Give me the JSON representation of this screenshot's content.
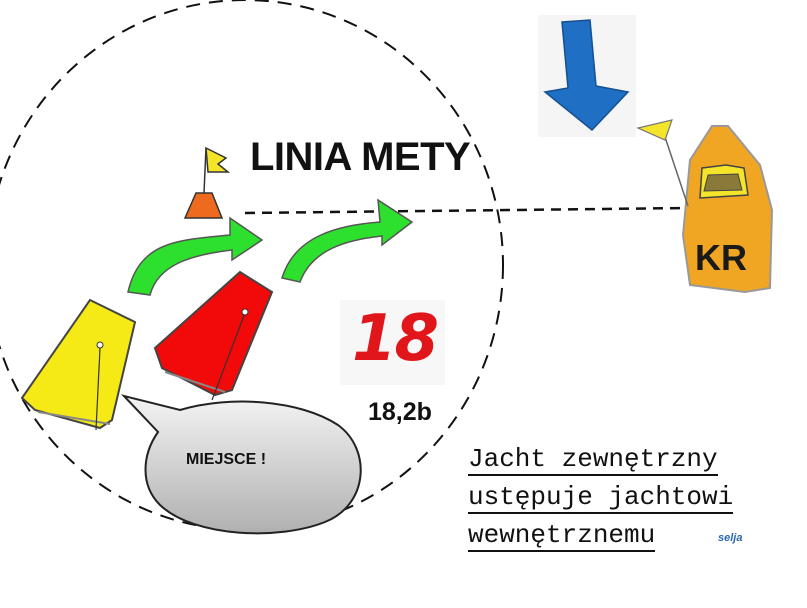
{
  "title": "LINIA METY",
  "rule_ref": "18,2b",
  "bubble_text": "MIEJSCE !",
  "committee_boat_label": "KR",
  "rule_number": "18",
  "rule_text": [
    "Jacht zewnętrzny",
    "ustępuje jachtowi",
    "wewnętrznemu"
  ],
  "logo": "selja",
  "colors": {
    "outer_boat": "#f5ea16",
    "inner_boat": "#f20a0a",
    "arrows": "#2ee02e",
    "committee_boat": "#f0a623",
    "wind_arrow": "#1f6fc4",
    "mark": "#ee6a1e",
    "flag": "#f5e52a"
  }
}
